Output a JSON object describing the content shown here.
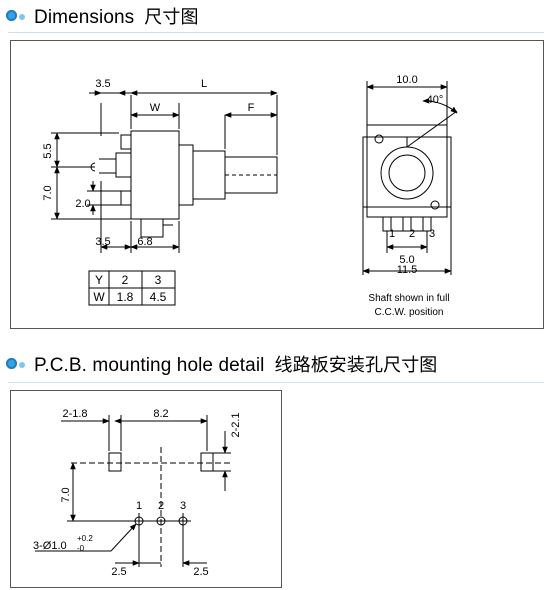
{
  "section1": {
    "title": "Dimensions",
    "title_cn": "尺寸图",
    "labels": {
      "dim_3_5_top": "3.5",
      "dim_L": "L",
      "dim_W": "W",
      "dim_F": "F",
      "dim_5_5": "5.5",
      "dim_7_0": "7.0",
      "dim_2_0": "2.0",
      "dim_3_5_bottom": "3.5",
      "dim_6_8": "6.8",
      "dim_10_0": "10.0",
      "dim_40": "40°",
      "dim_5_0": "5.0",
      "dim_11_5": "11.5",
      "pin1": "1",
      "pin2": "2",
      "pin3": "3",
      "note_line1": "Shaft shown in full",
      "note_line2": "C.C.W. position"
    },
    "table": {
      "rows": [
        [
          "Y",
          "2",
          "3"
        ],
        [
          "W",
          "1.8",
          "4.5"
        ]
      ]
    }
  },
  "section2": {
    "title": "P.C.B. mounting hole detail",
    "title_cn": "线路板安装孔尺寸图",
    "labels": {
      "dim_2_1_8": "2-1.8",
      "dim_8_2": "8.2",
      "dim_2_2_1": "2-2.1",
      "dim_7_0": "7.0",
      "pin1": "1",
      "pin2": "2",
      "pin3": "3",
      "hole_main": "3-Ø1.0",
      "hole_tol_up": "+0.2",
      "hole_tol_low": "-0",
      "dim_2_5_left": "2.5",
      "dim_2_5_right": "2.5"
    }
  },
  "colors": {
    "accent": "#3aa0e0",
    "rule": "#cfe0ec",
    "frame": "#555555"
  }
}
